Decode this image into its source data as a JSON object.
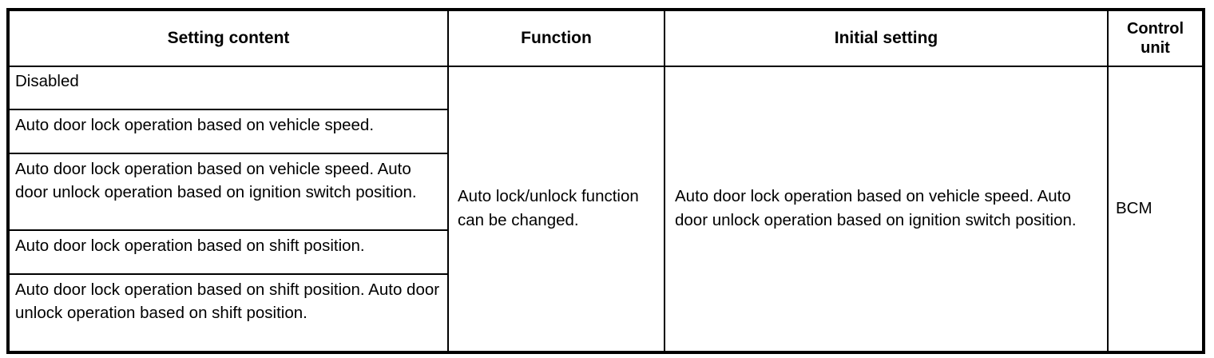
{
  "table": {
    "columns": [
      {
        "key": "setting_content",
        "header": "Setting content"
      },
      {
        "key": "function",
        "header": "Function"
      },
      {
        "key": "initial_setting",
        "header": "Initial setting"
      },
      {
        "key": "control_unit",
        "header_line1": "Control",
        "header_line2": "unit",
        "header": "Control unit"
      }
    ],
    "setting_content_rows": [
      "Disabled",
      "Auto door lock operation based on vehicle speed.",
      "Auto door lock operation based on vehicle speed. Auto door unlock operation based on ignition switch position.",
      "Auto door lock operation based on shift position.",
      "Auto door lock operation based on shift position. Auto door unlock operation based on shift position."
    ],
    "function": "Auto lock/unlock function can be changed.",
    "initial_setting": "Auto door lock operation based on vehicle speed. Auto door unlock operation based on ignition switch position.",
    "control_unit": "BCM"
  },
  "colors": {
    "border": "#000000",
    "background": "#ffffff",
    "text": "#000000"
  }
}
